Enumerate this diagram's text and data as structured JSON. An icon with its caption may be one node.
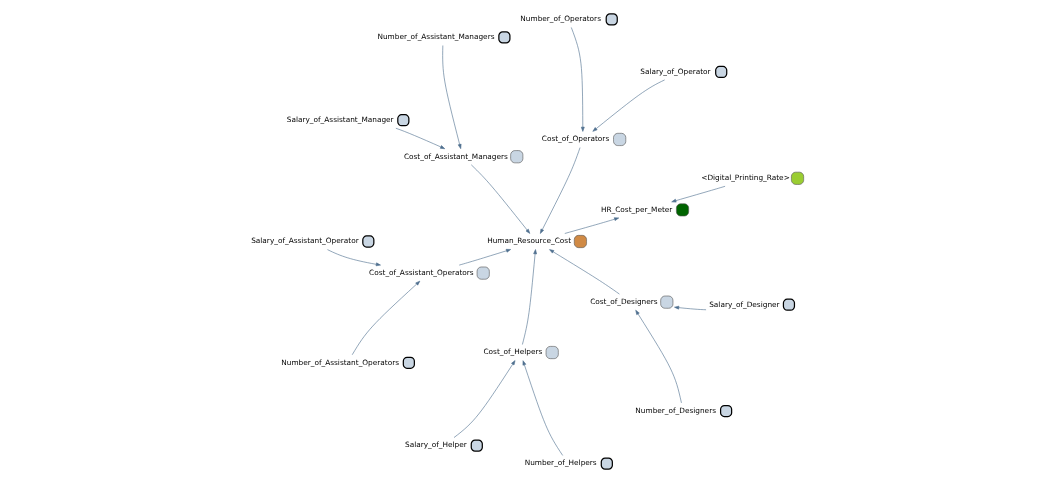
{
  "diagram": {
    "nodes": [
      {
        "text": [
          "Salary_of_Operator"
        ]
      },
      {
        "text": [
          "Cost_of_Operators"
        ]
      },
      {
        "text": [
          "Number_of_Operators"
        ]
      },
      {
        "text": [
          "Number_of_Assistant_Managers"
        ]
      },
      {
        "text": [
          "Cost_of_Assistant_Managers"
        ]
      },
      {
        "text": [
          "Salary_of_Assistant_Manager"
        ]
      },
      {
        "text": [
          "Salary_of_Assistant_Operator"
        ]
      },
      {
        "text": [
          "Cost_of_Assistant_Operators"
        ]
      },
      {
        "text": [
          "Number_of_Assistant_Operators"
        ]
      },
      {
        "text": [
          "Human_Resource_Cost"
        ]
      },
      {
        "text": [
          "<Digital_Printing_Rate>"
        ]
      },
      {
        "text": [
          "Salary_of_Helper"
        ]
      },
      {
        "text": [
          "Cost_of_Helpers"
        ]
      },
      {
        "text": [
          "Number_of_Helpers"
        ]
      },
      {
        "text": [
          "HR_Cost_per_Meter"
        ]
      },
      {
        "text": [
          "Number_of_Designers"
        ]
      },
      {
        "text": [
          "Cost_of_Designers"
        ]
      },
      {
        "text": [
          "Salary_of_Designer"
        ]
      }
    ],
    "edges": [
      {
        "from": 0,
        "to": 1,
        "arrow": "to"
      },
      {
        "from": 2,
        "to": 1,
        "arrow": "to"
      },
      {
        "from": 3,
        "to": 4,
        "arrow": "to"
      },
      {
        "from": 5,
        "to": 4,
        "arrow": "to"
      },
      {
        "from": 6,
        "to": 7,
        "arrow": "to"
      },
      {
        "from": 8,
        "to": 7,
        "arrow": "to"
      },
      {
        "from": 11,
        "to": 12,
        "arrow": "to"
      },
      {
        "from": 13,
        "to": 12,
        "arrow": "to"
      },
      {
        "from": 15,
        "to": 16,
        "arrow": "to"
      },
      {
        "from": 17,
        "to": 16,
        "arrow": "to"
      },
      {
        "from": 1,
        "to": 9,
        "arrow": "to"
      },
      {
        "from": 4,
        "to": 9,
        "arrow": "to"
      },
      {
        "from": 7,
        "to": 9,
        "arrow": "to"
      },
      {
        "from": 12,
        "to": 9,
        "arrow": "to"
      },
      {
        "from": 16,
        "to": 9,
        "arrow": "to"
      },
      {
        "from": 9,
        "to": 14,
        "arrow": "to"
      },
      {
        "from": 10,
        "to": 14,
        "arrow": "to"
      }
    ]
  }
}
